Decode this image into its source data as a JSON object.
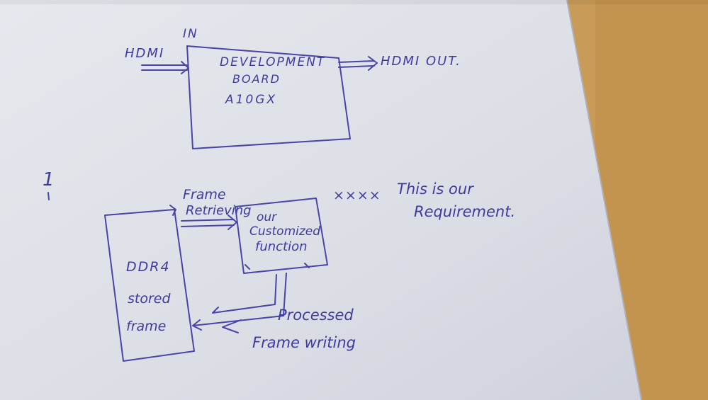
{
  "colors": {
    "ink": "#3d3aa0",
    "paper": "#dfe1e8",
    "desk": "#c89b58"
  },
  "top_diagram": {
    "input_label": "HDMI",
    "input_sub_label": "IN",
    "board_line1": "DEVELOPMENT",
    "board_line2": "BOARD",
    "board_line3": "A10GX",
    "output_label": "HDMI OUT."
  },
  "bottom_diagram": {
    "memory_line1": "DDR4",
    "memory_line2": "stored",
    "memory_line3": "frame",
    "retrieve_line1": "Frame",
    "retrieve_line2": "Retrieving",
    "function_line1": "our",
    "function_line2": "Customized",
    "function_line3": "function",
    "requirement_marks": "××××",
    "requirement_line1": "This is our",
    "requirement_line2": "Requirement.",
    "writing_line1": "Processed",
    "writing_line2": "Frame writing"
  },
  "margin_mark": "1"
}
